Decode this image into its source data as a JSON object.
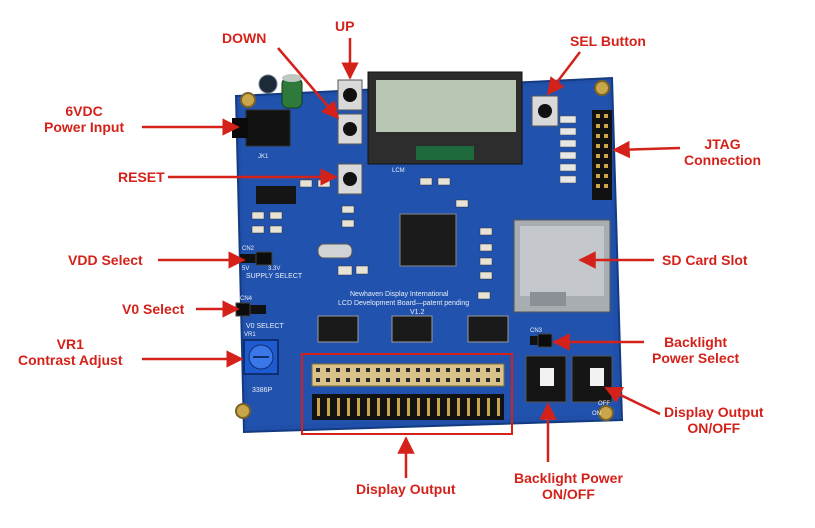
{
  "colors": {
    "label": "#d4221a",
    "board": "#1f4fa8",
    "board_dark": "#173c85",
    "lcd": "#b9c6b3"
  },
  "labels": {
    "up": "UP",
    "down": "DOWN",
    "power_line1": "6VDC",
    "power_line2": "Power Input",
    "reset": "RESET",
    "vdd_select": "VDD Select",
    "v0_select": "V0 Select",
    "vr1_line1": "VR1",
    "vr1_line2": "Contrast  Adjust",
    "sel_button": "SEL Button",
    "jtag_line1": "JTAG",
    "jtag_line2": "Connection",
    "sd_card": "SD Card Slot",
    "bl_select_line1": "Backlight",
    "bl_select_line2": "Power Select",
    "disp_onoff_line1": "Display Output",
    "disp_onoff_line2": "ON/OFF",
    "bl_onoff_line1": "Backlight Power",
    "bl_onoff_line2": "ON/OFF",
    "display_output": "Display Output"
  },
  "silkscreen": {
    "title_line1": "Newhaven Display International",
    "title_line2": "LCD Development Board—patent pending",
    "version": "V1.2",
    "supply_select": "SUPPLY SELECT",
    "v0_select": "V0 SELECT",
    "pot_part": "3386P",
    "jk1": "JK1",
    "lcm": "LCM",
    "on1": "ON",
    "on2": "ON",
    "off": "OFF",
    "v5": "5V",
    "v33": "3.3V",
    "cn2": "CN2",
    "cn3": "CN3",
    "cn4": "CN4",
    "vr1": "VR1"
  }
}
